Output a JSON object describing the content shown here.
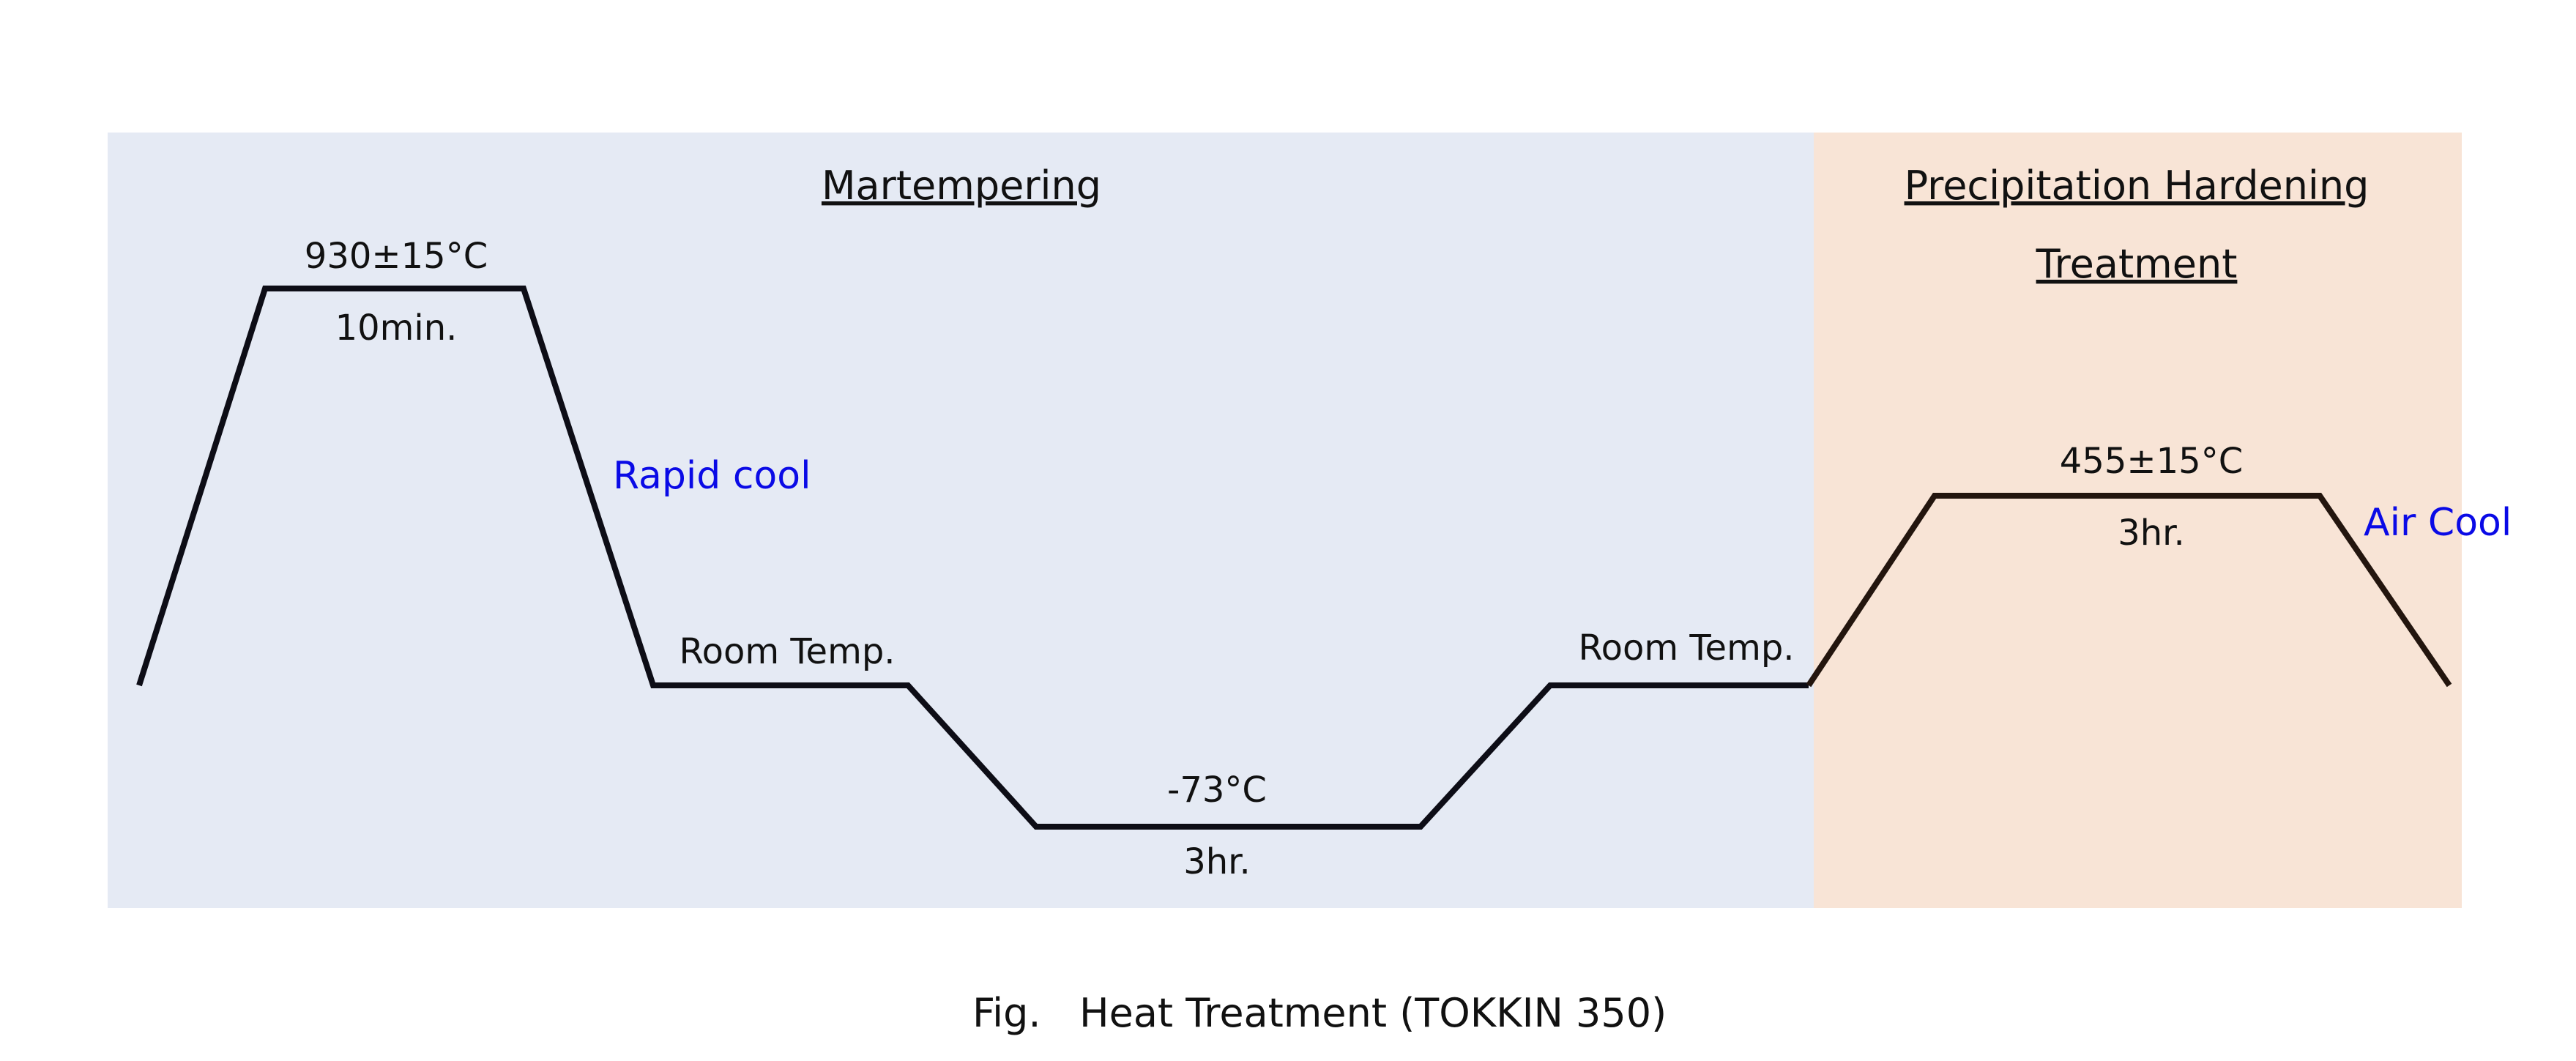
{
  "colors": {
    "martempering_bg": "#e5eaf4",
    "precipitation_bg": "#f8e4d6",
    "profile_line": "#0d0d16",
    "profile_line_right": "#23150e",
    "note_text": "#0a0ae6"
  },
  "sections": {
    "martempering_title": "Martempering",
    "precipitation_title_line1": "Precipitation Hardening",
    "precipitation_title_line2": "Treatment"
  },
  "labels": {
    "solution_temp": "930±15°C",
    "solution_time": "10min.",
    "rapid_cool": "Rapid cool",
    "room_temp_1": "Room Temp.",
    "subzero_temp": "-73°C",
    "subzero_time": "3hr.",
    "room_temp_2": "Room Temp.",
    "aging_temp": "455±15°C",
    "aging_time": "3hr.",
    "air_cool": "Air Cool"
  },
  "caption": {
    "prefix": "Fig.",
    "text": "Heat Treatment (TOKKIN 350)"
  }
}
